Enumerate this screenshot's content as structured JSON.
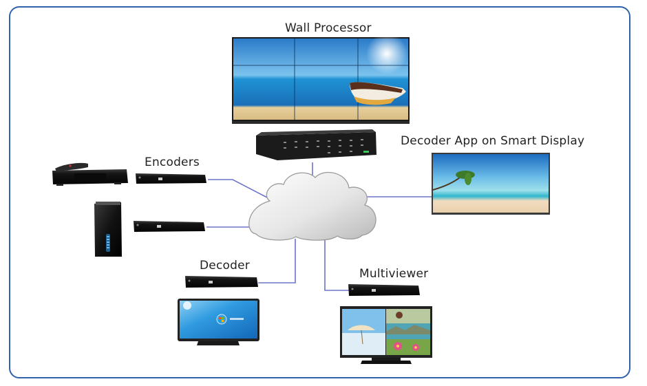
{
  "diagram": {
    "title": "Video wall and IP distribution topology",
    "labels": {
      "wall_processor": "Wall Processor",
      "encoders": "Encoders",
      "decoder_app": "Decoder App on Smart Display",
      "decoder": "Decoder",
      "multiviewer": "Multiviewer"
    },
    "nodes": [
      {
        "id": "video-wall",
        "kind": "display",
        "label": "Wall Processor",
        "grid": "3x2"
      },
      {
        "id": "wall-processor",
        "kind": "rack-chassis"
      },
      {
        "id": "network-cloud",
        "kind": "cloud"
      },
      {
        "id": "set-top-box",
        "kind": "source"
      },
      {
        "id": "pc-tower",
        "kind": "source"
      },
      {
        "id": "encoder-1",
        "kind": "encoder",
        "group": "Encoders"
      },
      {
        "id": "encoder-2",
        "kind": "encoder",
        "group": "Encoders"
      },
      {
        "id": "smart-display",
        "kind": "display",
        "label": "Decoder App on Smart Display"
      },
      {
        "id": "decoder",
        "kind": "decoder",
        "label": "Decoder"
      },
      {
        "id": "decoder-monitor",
        "kind": "display",
        "screen_text": "Windows 7"
      },
      {
        "id": "multiviewer",
        "kind": "multiviewer",
        "label": "Multiviewer"
      },
      {
        "id": "multiviewer-monitor",
        "kind": "display",
        "layout": "quad"
      }
    ],
    "links": [
      {
        "from": "encoder-1",
        "to": "network-cloud"
      },
      {
        "from": "encoder-2",
        "to": "network-cloud"
      },
      {
        "from": "wall-processor",
        "to": "network-cloud"
      },
      {
        "from": "network-cloud",
        "to": "smart-display"
      },
      {
        "from": "network-cloud",
        "to": "decoder"
      },
      {
        "from": "network-cloud",
        "to": "multiviewer"
      }
    ],
    "colors": {
      "frame": "#2f62ab",
      "link": "#6b73c9",
      "device": "#151515",
      "cloud_fill_light": "#ffffff",
      "cloud_fill_dark": "#bdbdbd"
    }
  }
}
